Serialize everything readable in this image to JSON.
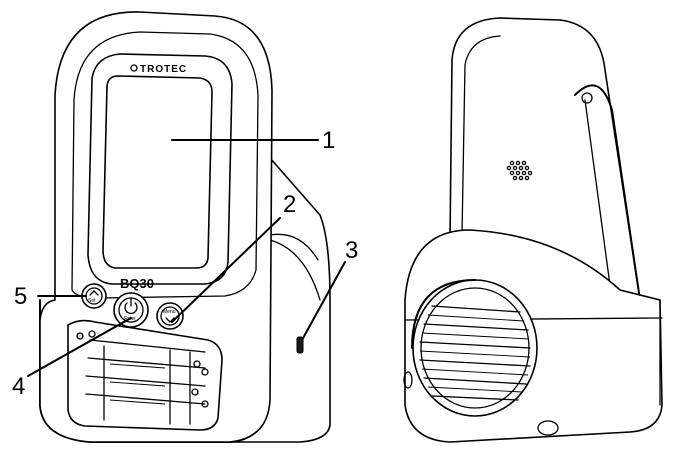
{
  "device": {
    "brand": "TROTEC",
    "model": "BQ30",
    "buttons": {
      "left": "Set",
      "center": "Enter",
      "right": "Menu"
    }
  },
  "callouts": [
    {
      "number": "1"
    },
    {
      "number": "2"
    },
    {
      "number": "3"
    },
    {
      "number": "4"
    },
    {
      "number": "5"
    }
  ]
}
